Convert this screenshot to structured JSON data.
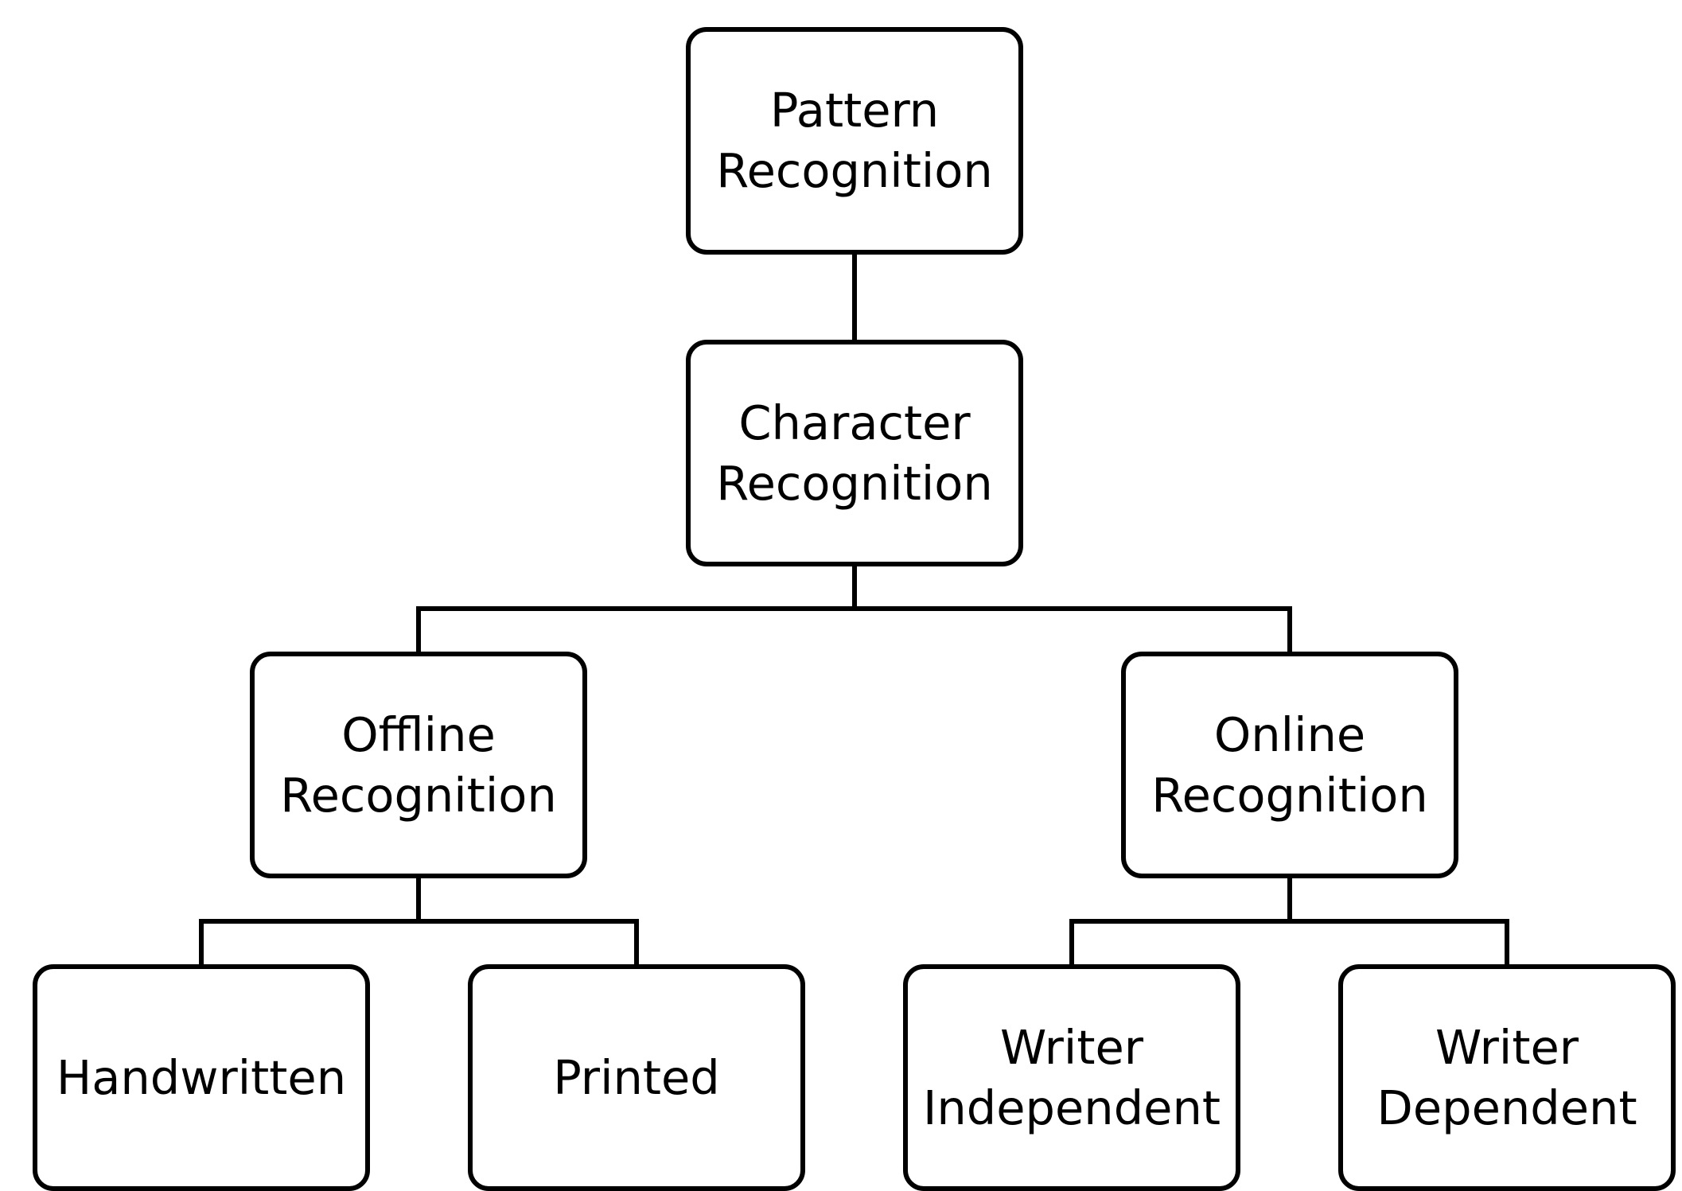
{
  "nodes": {
    "pattern_recognition": {
      "line1": "Pattern",
      "line2": "Recognition"
    },
    "character_recognition": {
      "line1": "Character",
      "line2": "Recognition"
    },
    "offline_recognition": {
      "line1": "Offline",
      "line2": "Recognition"
    },
    "online_recognition": {
      "line1": "Online",
      "line2": "Recognition"
    },
    "handwritten": {
      "line1": "Handwritten"
    },
    "printed": {
      "line1": "Printed"
    },
    "writer_independent": {
      "line1": "Writer",
      "line2": "Independent"
    },
    "writer_dependent": {
      "line1": "Writer",
      "line2": "Dependent"
    }
  },
  "colors": {
    "stroke": "#000000",
    "fill": "#ffffff",
    "text": "#000000"
  }
}
